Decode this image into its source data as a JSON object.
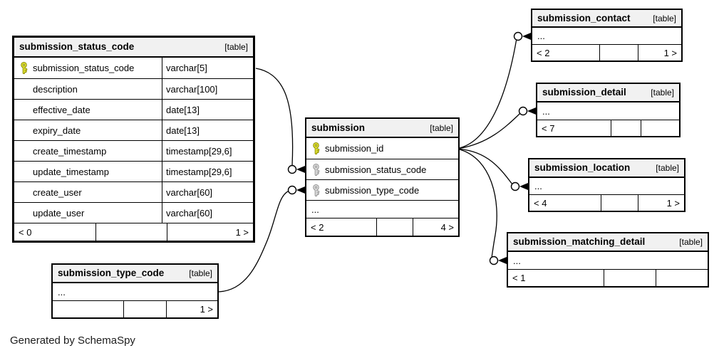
{
  "caption": "Generated by SchemaSpy",
  "colors": {
    "primary_key": "#d9da21",
    "foreign_key": "#d6d6d6",
    "header_bg": "#f1f1f1",
    "line": "#000000"
  },
  "tables": {
    "status": {
      "name": "submission_status_code",
      "tag": "[table]",
      "columns": [
        {
          "name": "submission_status_code",
          "type": "varchar[5]",
          "key": "primary"
        },
        {
          "name": "description",
          "type": "varchar[100]",
          "key": ""
        },
        {
          "name": "effective_date",
          "type": "date[13]",
          "key": ""
        },
        {
          "name": "expiry_date",
          "type": "date[13]",
          "key": ""
        },
        {
          "name": "create_timestamp",
          "type": "timestamp[29,6]",
          "key": ""
        },
        {
          "name": "update_timestamp",
          "type": "timestamp[29,6]",
          "key": ""
        },
        {
          "name": "create_user",
          "type": "varchar[60]",
          "key": ""
        },
        {
          "name": "update_user",
          "type": "varchar[60]",
          "key": ""
        }
      ],
      "footer": {
        "left": "< 0",
        "mid": "",
        "right": "1 >"
      }
    },
    "submission": {
      "name": "submission",
      "tag": "[table]",
      "columns": [
        {
          "name": "submission_id",
          "key": "primary"
        },
        {
          "name": "submission_status_code",
          "key": "foreign"
        },
        {
          "name": "submission_type_code",
          "key": "foreign"
        }
      ],
      "ellipsis": "...",
      "footer": {
        "left": "< 2",
        "mid": "",
        "right": "4 >"
      }
    },
    "type_code": {
      "name": "submission_type_code",
      "tag": "[table]",
      "ellipsis": "...",
      "footer": {
        "left": "",
        "mid": "",
        "right": "1 >"
      }
    },
    "contact": {
      "name": "submission_contact",
      "tag": "[table]",
      "ellipsis": "...",
      "footer": {
        "left": "< 2",
        "mid": "",
        "right": "1 >"
      }
    },
    "detail": {
      "name": "submission_detail",
      "tag": "[table]",
      "ellipsis": "...",
      "footer": {
        "left": "< 7",
        "mid": "",
        "right": ""
      }
    },
    "location": {
      "name": "submission_location",
      "tag": "[table]",
      "ellipsis": "...",
      "footer": {
        "left": "< 4",
        "mid": "",
        "right": "1 >"
      }
    },
    "matching": {
      "name": "submission_matching_detail",
      "tag": "[table]",
      "ellipsis": "...",
      "footer": {
        "left": "< 1",
        "mid": "",
        "right": ""
      }
    }
  }
}
